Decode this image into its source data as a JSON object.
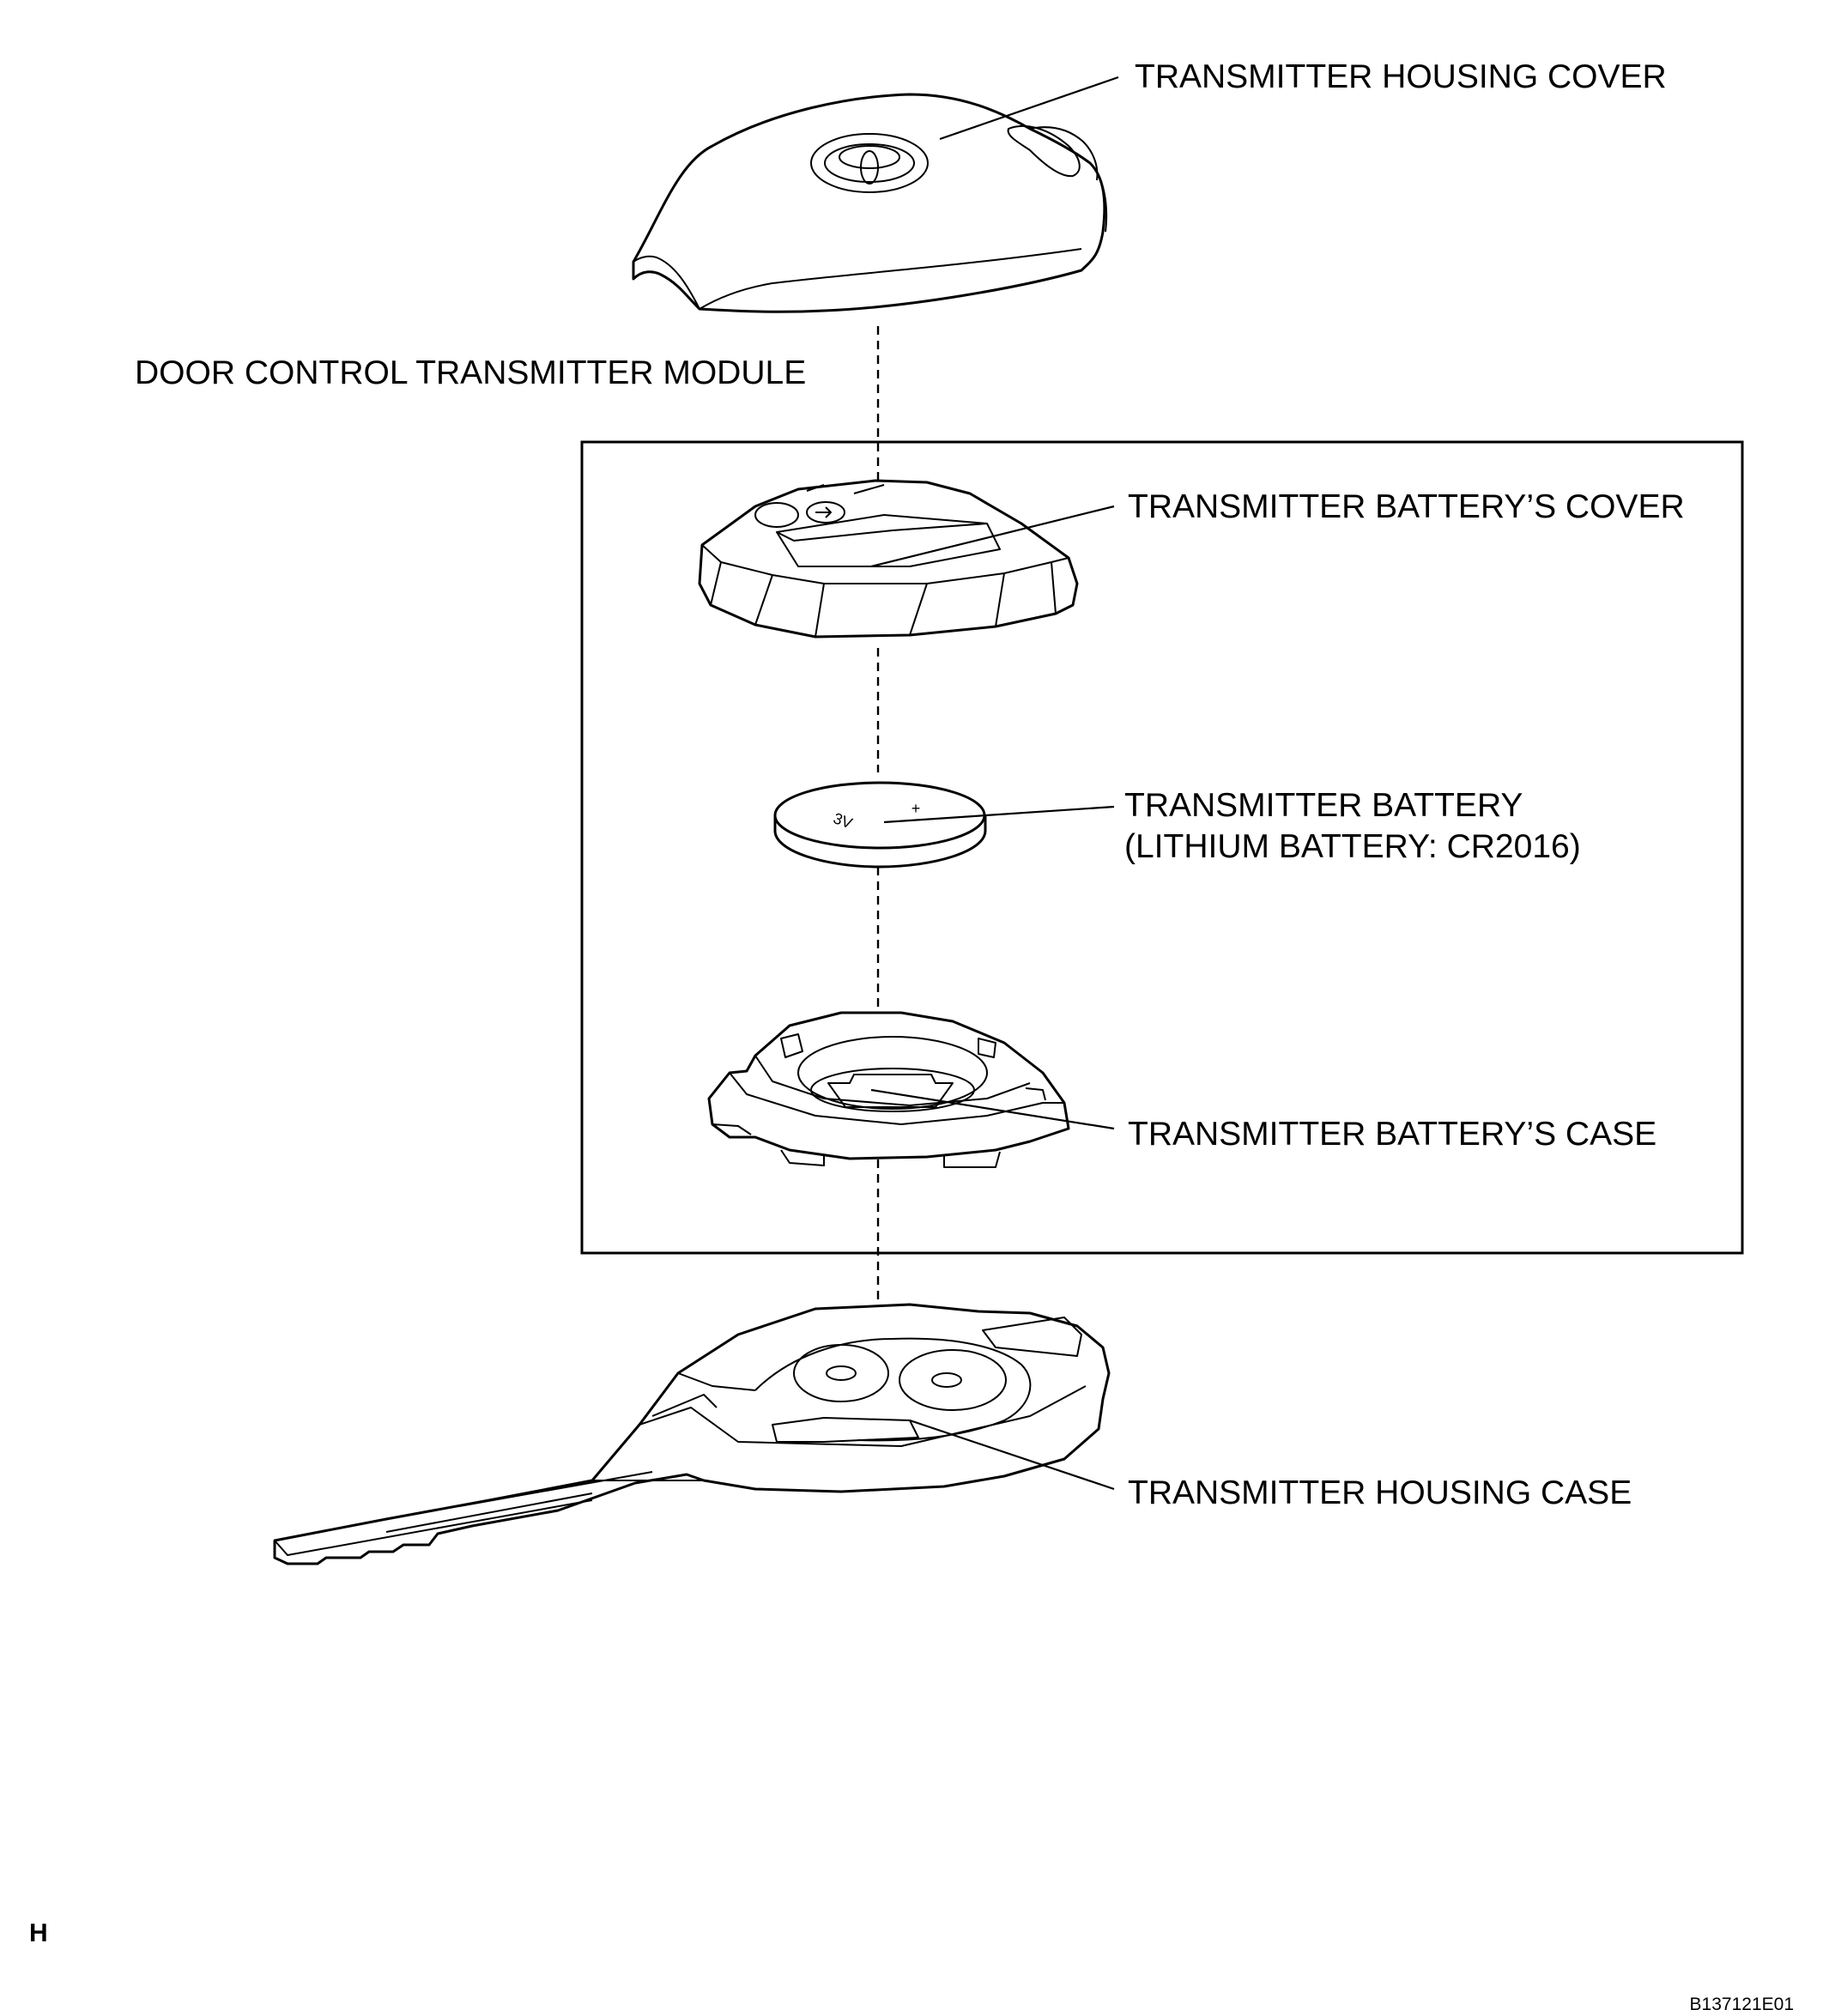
{
  "diagram": {
    "module_label": "DOOR CONTROL TRANSMITTER MODULE",
    "parts": [
      {
        "id": "housing-cover",
        "label_lines": [
          "TRANSMITTER HOUSING COVER"
        ]
      },
      {
        "id": "battery-cover",
        "label_lines": [
          "TRANSMITTER BATTERY’S COVER"
        ]
      },
      {
        "id": "battery",
        "label_lines": [
          "TRANSMITTER BATTERY",
          "(LITHIUM BATTERY: CR2016)"
        ]
      },
      {
        "id": "battery-case",
        "label_lines": [
          "TRANSMITTER BATTERY’S CASE"
        ]
      },
      {
        "id": "housing-case",
        "label_lines": [
          "TRANSMITTER HOUSING CASE"
        ]
      }
    ],
    "battery_markings": {
      "polarity": "+",
      "voltage": "3V"
    },
    "corner_mark": "H",
    "figure_id": "B137121E01"
  }
}
